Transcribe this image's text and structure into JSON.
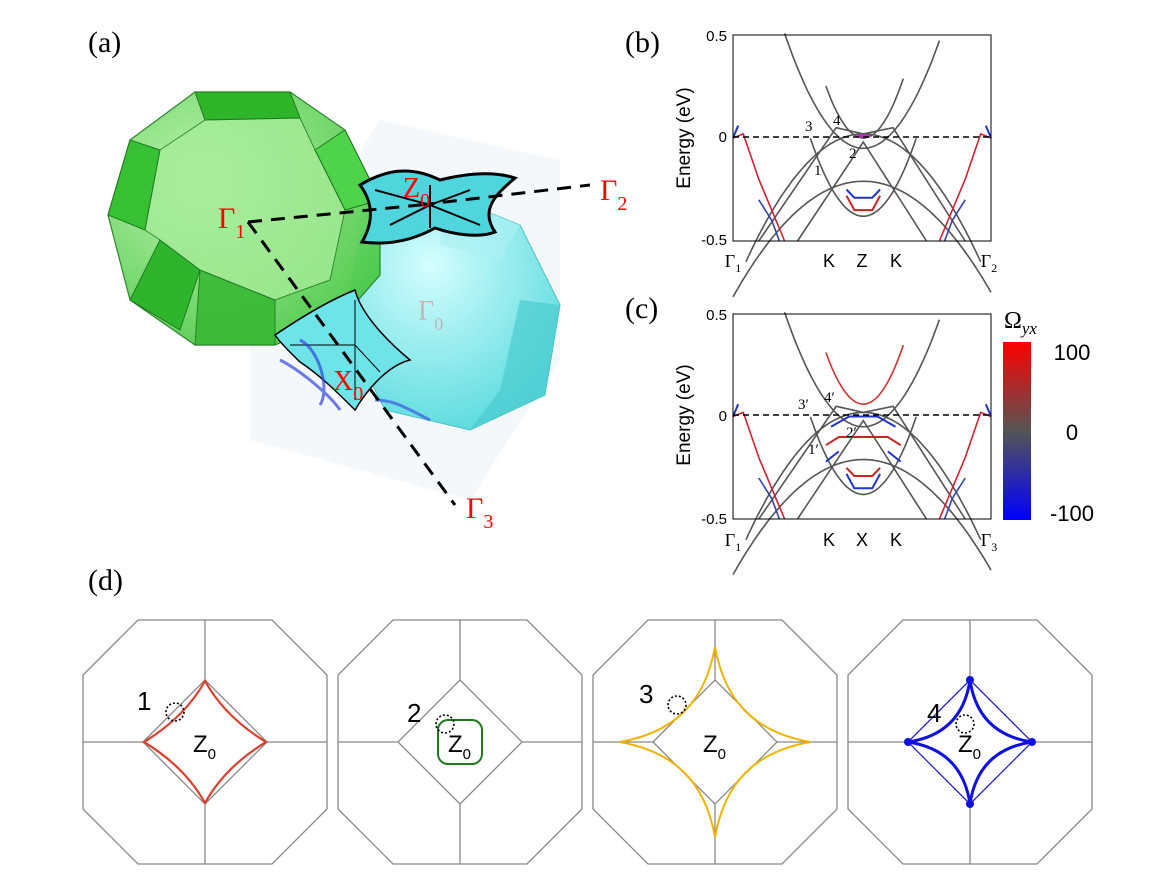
{
  "panels": {
    "a": {
      "label": "(a)",
      "points": [
        {
          "id": "G1",
          "sym": "Γ",
          "sub": "1"
        },
        {
          "id": "G2",
          "sym": "Γ",
          "sub": "2"
        },
        {
          "id": "G3",
          "sym": "Γ",
          "sub": "3"
        },
        {
          "id": "G0",
          "sym": "Γ",
          "sub": "0"
        },
        {
          "id": "Z0",
          "sym": "Z",
          "sub": "0"
        },
        {
          "id": "X0",
          "sym": "X",
          "sub": "0"
        }
      ]
    },
    "b": {
      "label": "(b)",
      "k_labels": [
        "Γ1",
        "K",
        "Z",
        "K",
        "Γ2"
      ],
      "band_labels": [
        "1",
        "2",
        "3",
        "4"
      ]
    },
    "c": {
      "label": "(c)",
      "k_labels": [
        "Γ1",
        "K",
        "X",
        "K",
        "Γ3"
      ],
      "band_labels": [
        "1′",
        "2′",
        "3′",
        "4′"
      ]
    },
    "d": {
      "label": "(d)",
      "center_label": "Z",
      "center_sub": "0",
      "sheets": [
        "1",
        "2",
        "3",
        "4"
      ],
      "sheet_colors": [
        "#d9412f",
        "#1c7a1c",
        "#f0b400",
        "#1010e0"
      ]
    },
    "colorbar": {
      "title": "Ω",
      "title_sub": "yx",
      "ticks": [
        "100",
        "0",
        "-100"
      ]
    }
  },
  "chart_data": [
    {
      "type": "line",
      "panel": "b",
      "ylabel": "Energy (eV)",
      "ylim": [
        -0.5,
        0.5
      ],
      "yticks": [
        "0.5",
        "0",
        "-0.5"
      ],
      "xticks": [
        "Γ1",
        "K",
        "Z",
        "K",
        "Γ2"
      ],
      "fermi_level": 0,
      "series": []
    },
    {
      "type": "line",
      "panel": "c",
      "ylabel": "Energy (eV)",
      "ylim": [
        -0.5,
        0.5
      ],
      "yticks": [
        "0.5",
        "0",
        "-0.5"
      ],
      "xticks": [
        "Γ1",
        "K",
        "X",
        "K",
        "Γ3"
      ],
      "fermi_level": 0,
      "series": []
    }
  ]
}
